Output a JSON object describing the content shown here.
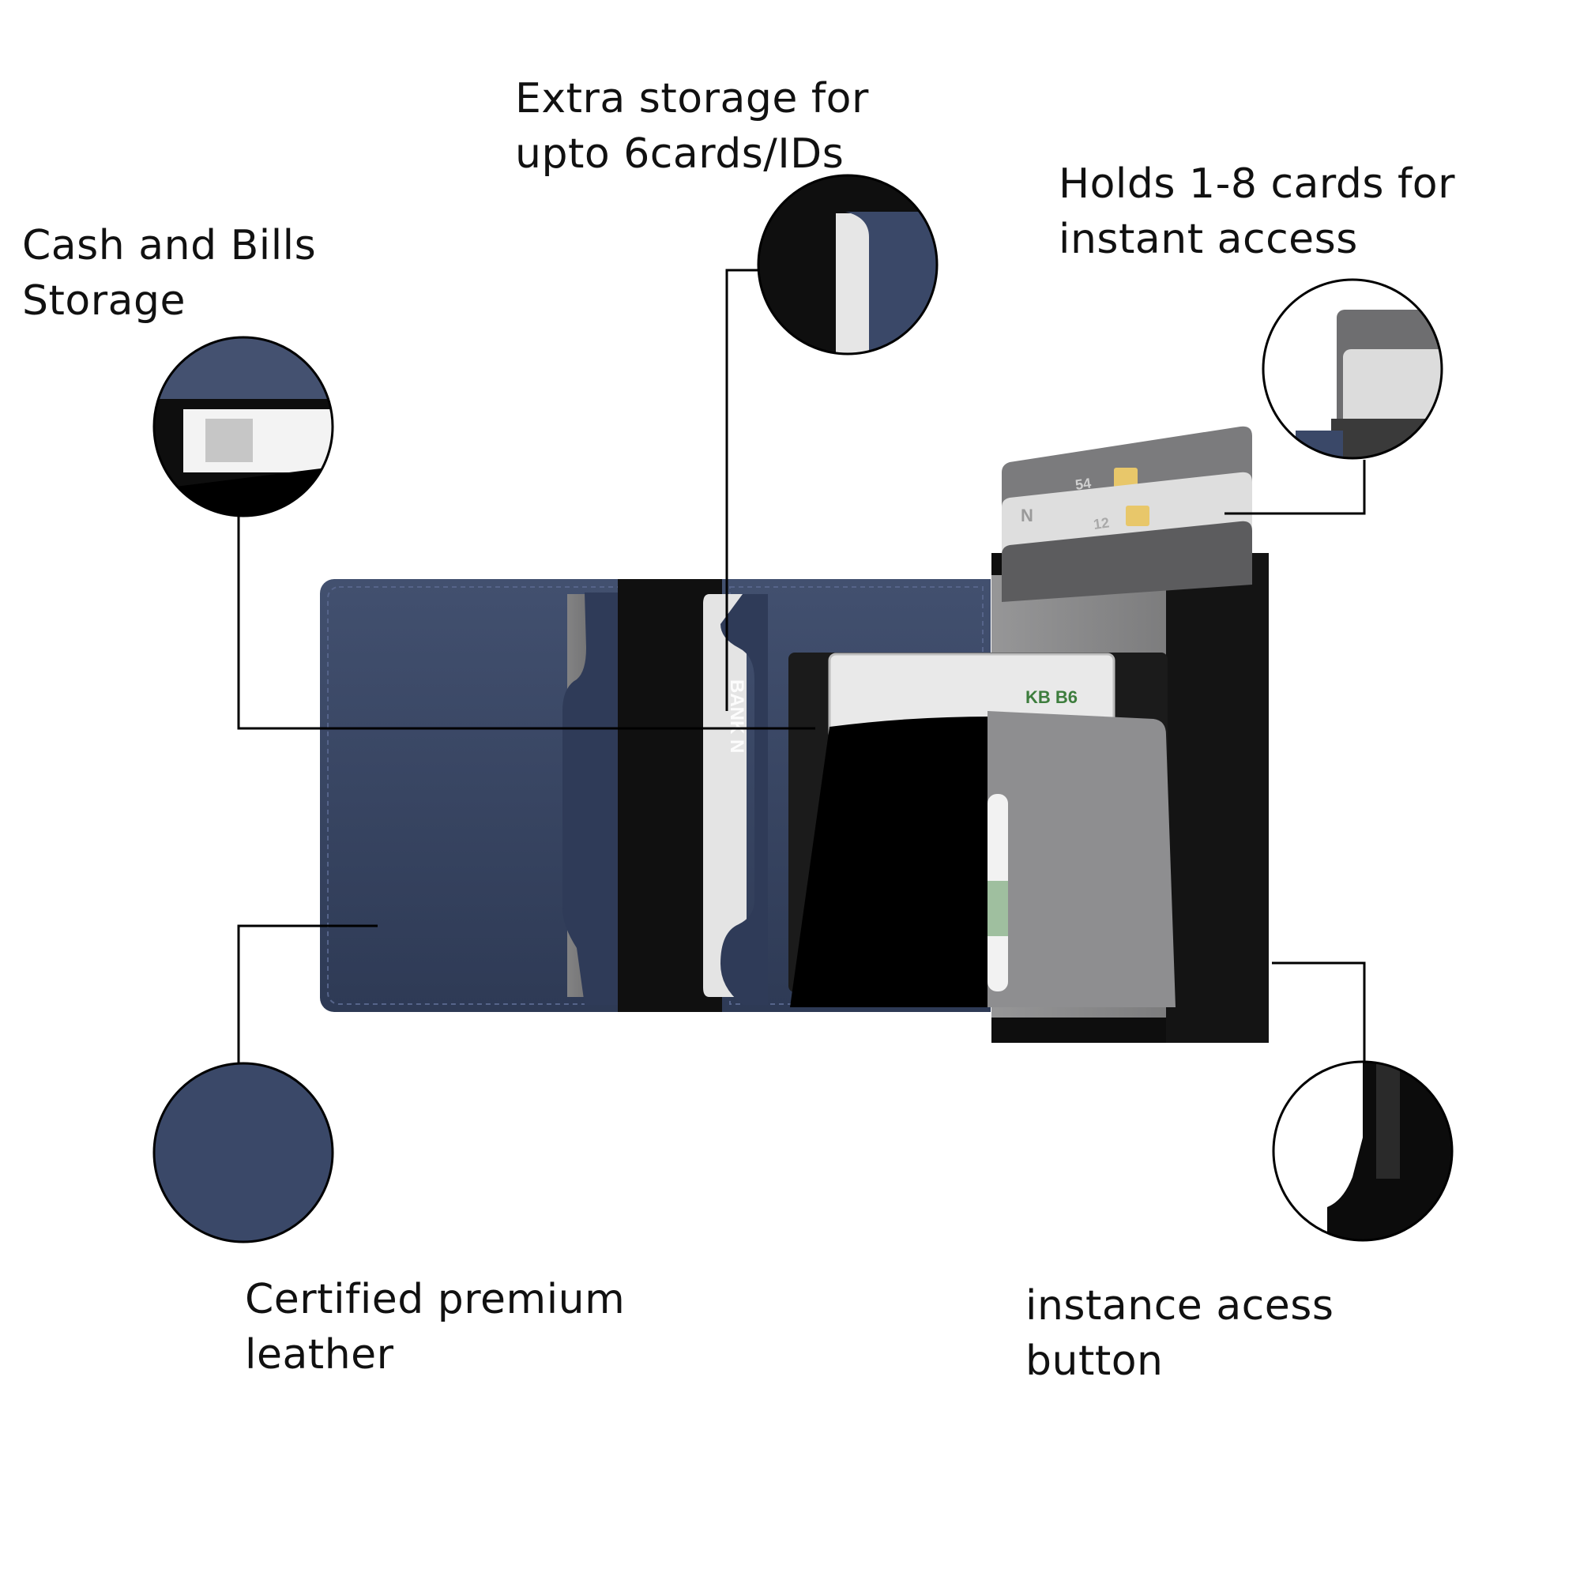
{
  "callouts": {
    "cash_storage": {
      "line1": "Cash and Bills",
      "line2": "Storage"
    },
    "extra_storage": {
      "line1": "Extra storage for",
      "line2": "upto 6cards/IDs"
    },
    "card_holder": {
      "line1": "Holds 1-8 cards for",
      "line2": "instant access"
    },
    "leather": {
      "line1": "Certified premium",
      "line2": "leather"
    },
    "access_button": {
      "line1": "instance acess",
      "line2": "button"
    }
  },
  "product_print": {
    "card_brand": "BANK N",
    "card_digits_a": "54",
    "card_digits_b": "12",
    "card_initial": "N",
    "bill_text": "KB B6"
  },
  "colors": {
    "leather_navy": "#3a4868",
    "leather_dark": "#2c3852",
    "metal_black": "#0d0d0d",
    "card_dark_grey": "#7b7b7d",
    "card_light_grey": "#dedede",
    "chip_gold": "#e8c76a",
    "callout_line": "#000000"
  }
}
